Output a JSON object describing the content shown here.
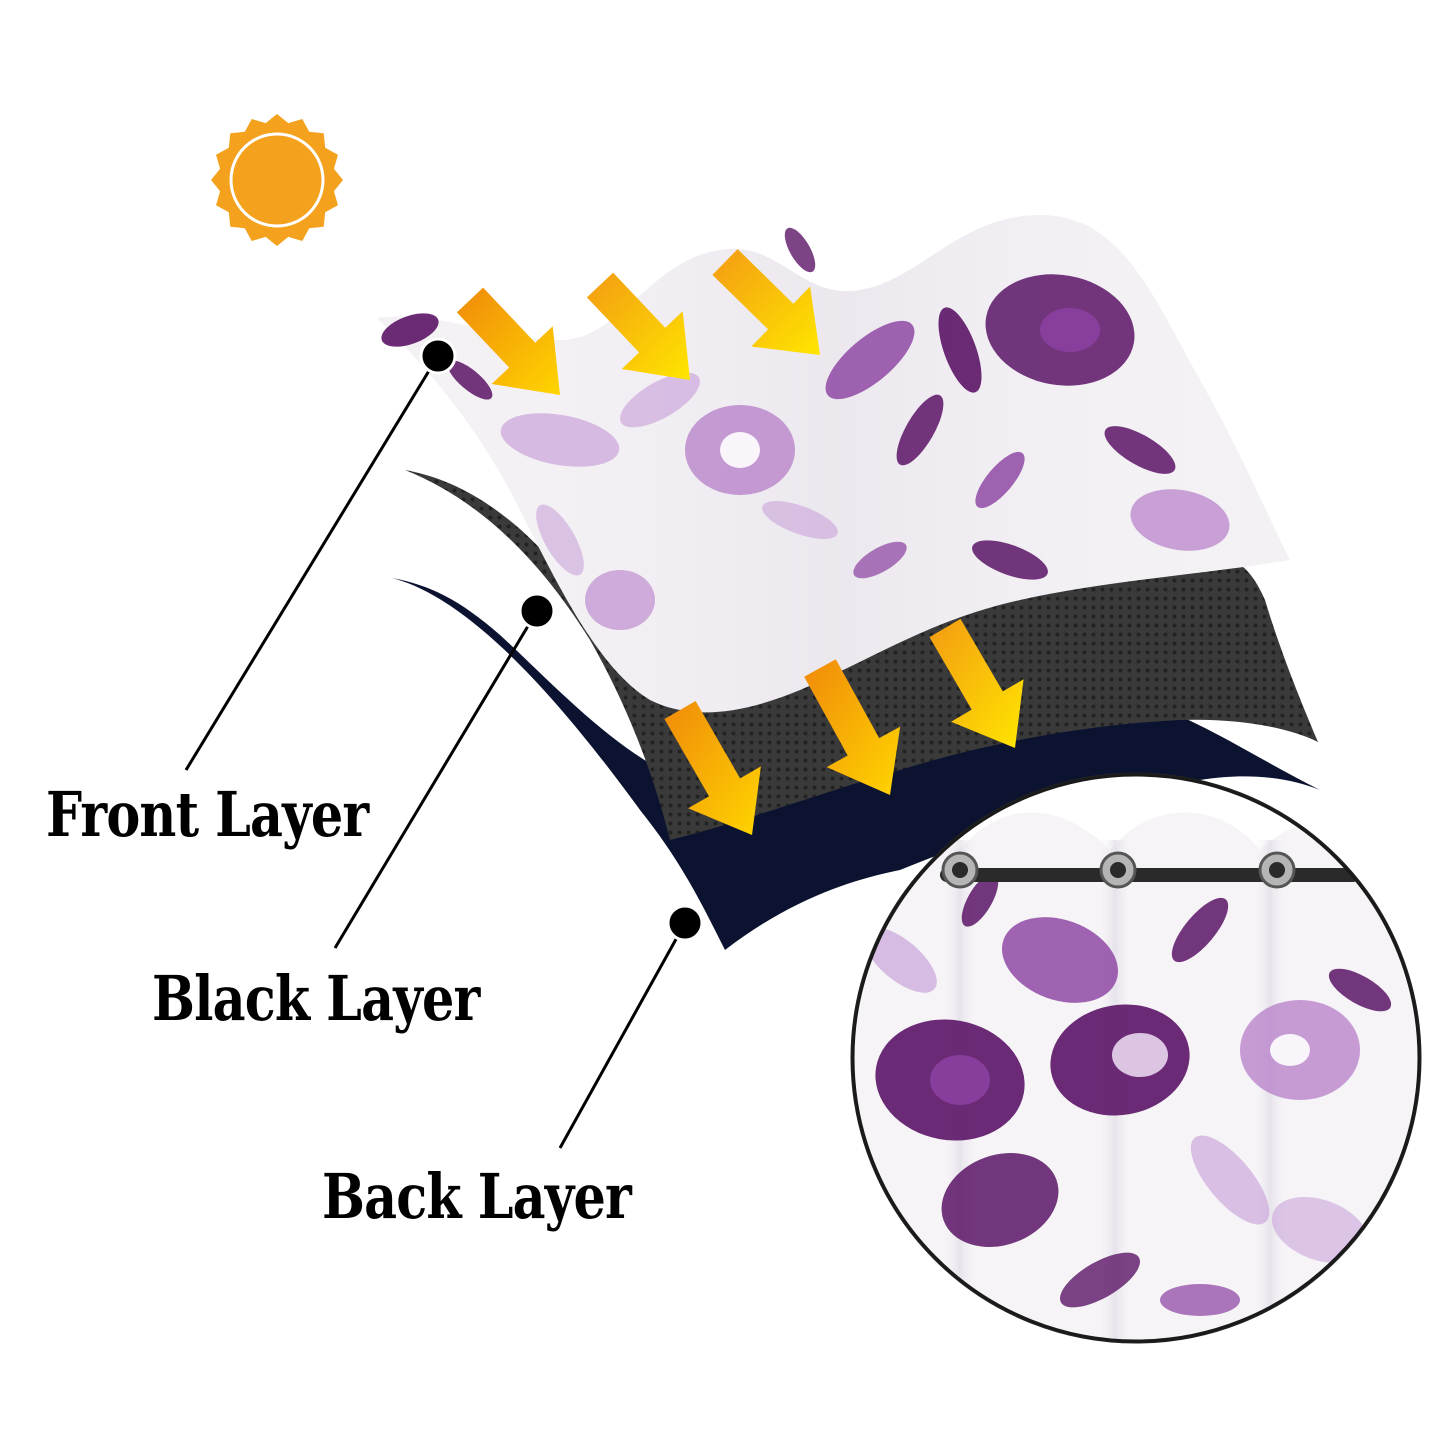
{
  "labels": {
    "front": "Front Layer",
    "black": "Black Layer",
    "back": "Back Layer"
  },
  "icons": {
    "sun": "sun-icon",
    "arrow": "light-arrow-icon",
    "grommet": "grommet-ring-icon"
  },
  "colors": {
    "sun": "#F4A21D",
    "arrow_start": "#F08A0A",
    "arrow_end": "#FFE000",
    "front_layer": "#FFFFFF",
    "floral_dark": "#5B1466",
    "floral_mid": "#8A3FA0",
    "floral_light": "#C9A3DA",
    "black_layer": "#333333",
    "back_layer": "#0B1330",
    "leader_line": "#000000"
  }
}
